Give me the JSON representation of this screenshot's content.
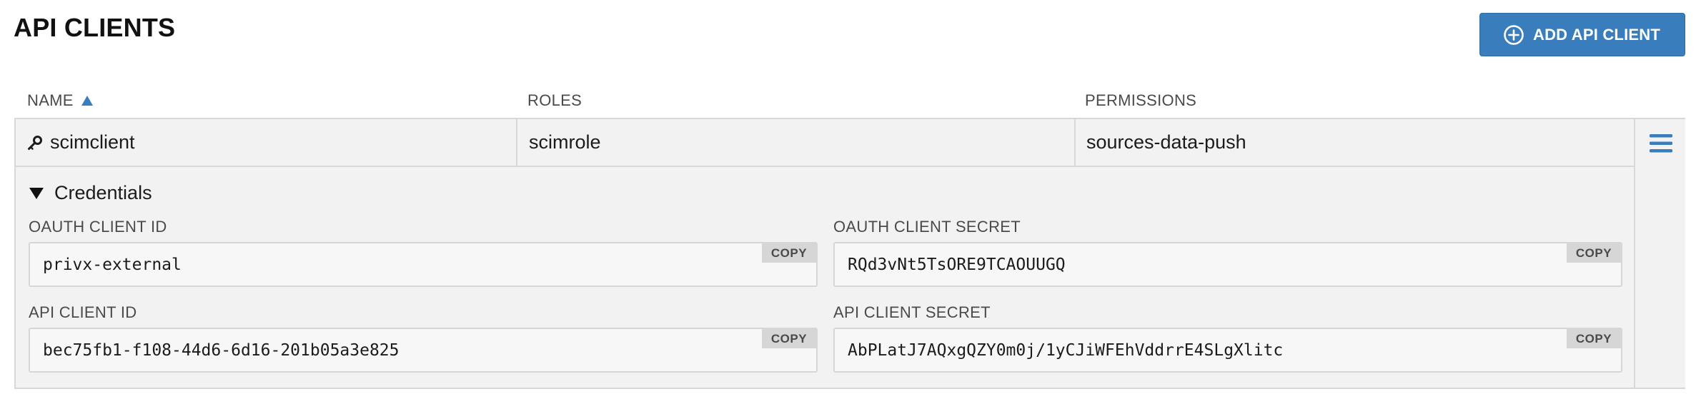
{
  "header": {
    "title": "API CLIENTS",
    "add_button_label": "ADD API CLIENT"
  },
  "columns": {
    "name": "NAME",
    "roles": "ROLES",
    "permissions": "PERMISSIONS",
    "sort": "ascending"
  },
  "client": {
    "name": "scimclient",
    "roles": "scimrole",
    "permissions": "sources-data-push",
    "credentials_label": "Credentials",
    "fields": {
      "oauth_client_id": {
        "label": "OAUTH CLIENT ID",
        "value": "privx-external",
        "copy_label": "COPY"
      },
      "oauth_client_secret": {
        "label": "OAUTH CLIENT SECRET",
        "value": "RQd3vNt5TsORE9TCAOUUGQ",
        "copy_label": "COPY"
      },
      "api_client_id": {
        "label": "API CLIENT ID",
        "value": "bec75fb1-f108-44d6-6d16-201b05a3e825",
        "copy_label": "COPY"
      },
      "api_client_secret": {
        "label": "API CLIENT SECRET",
        "value": "AbPLatJ7AQxgQZY0m0j/1yCJiWFEhVddrrE4SLgXlitc",
        "copy_label": "COPY"
      }
    }
  },
  "icons": {
    "add": "plus-circle-icon",
    "sort": "sort-ascending-icon",
    "key": "key-icon",
    "menu": "hamburger-menu-icon",
    "expand": "triangle-down-icon"
  },
  "colors": {
    "primary": "#3a7dbd",
    "row_background": "#f2f2f2",
    "border": "#d8d8d8",
    "copy_background": "#d6d6d6"
  }
}
